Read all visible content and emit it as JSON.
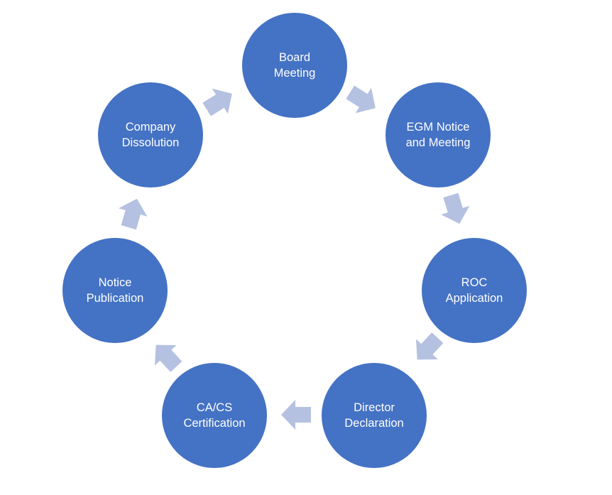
{
  "diagram": {
    "colors": {
      "node_fill": "#4472c4",
      "node_text": "#ffffff",
      "arrow_fill": "#b4c1e1",
      "background": "#ffffff"
    },
    "nodes": [
      {
        "line1": "Board",
        "line2": "Meeting"
      },
      {
        "line1": "EGM Notice",
        "line2": "and Meeting"
      },
      {
        "line1": "ROC",
        "line2": "Application"
      },
      {
        "line1": "Director",
        "line2": "Declaration"
      },
      {
        "line1": "CA/CS",
        "line2": "Certification"
      },
      {
        "line1": "Notice",
        "line2": "Publication"
      },
      {
        "line1": "Company",
        "line2": "Dissolution"
      }
    ]
  }
}
